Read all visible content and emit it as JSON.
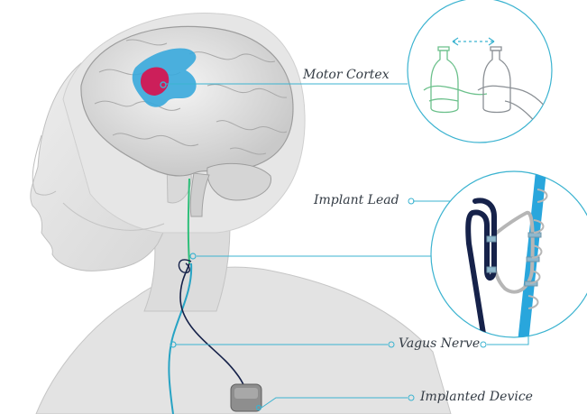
{
  "labels": {
    "motor_cortex": "Motor Cortex",
    "implant_lead": "Implant Lead",
    "vagus_nerve": "Vagus Nerve",
    "implanted_device": "Implanted Device"
  },
  "colors": {
    "callout_line": "#3bb3d0",
    "motor_active": "#cc1f5a",
    "motor_region": "#39a9dc",
    "vagus_nerve": "#29a6dc",
    "lead": "#16224a",
    "vagus_path": "#27a3c4",
    "neck_lead": "#2fbf7a",
    "bottle_left": "#6bc08b",
    "bottle_right": "#8a8f94"
  },
  "icons": {
    "motion_arrow": "double-arrow-horizontal"
  }
}
